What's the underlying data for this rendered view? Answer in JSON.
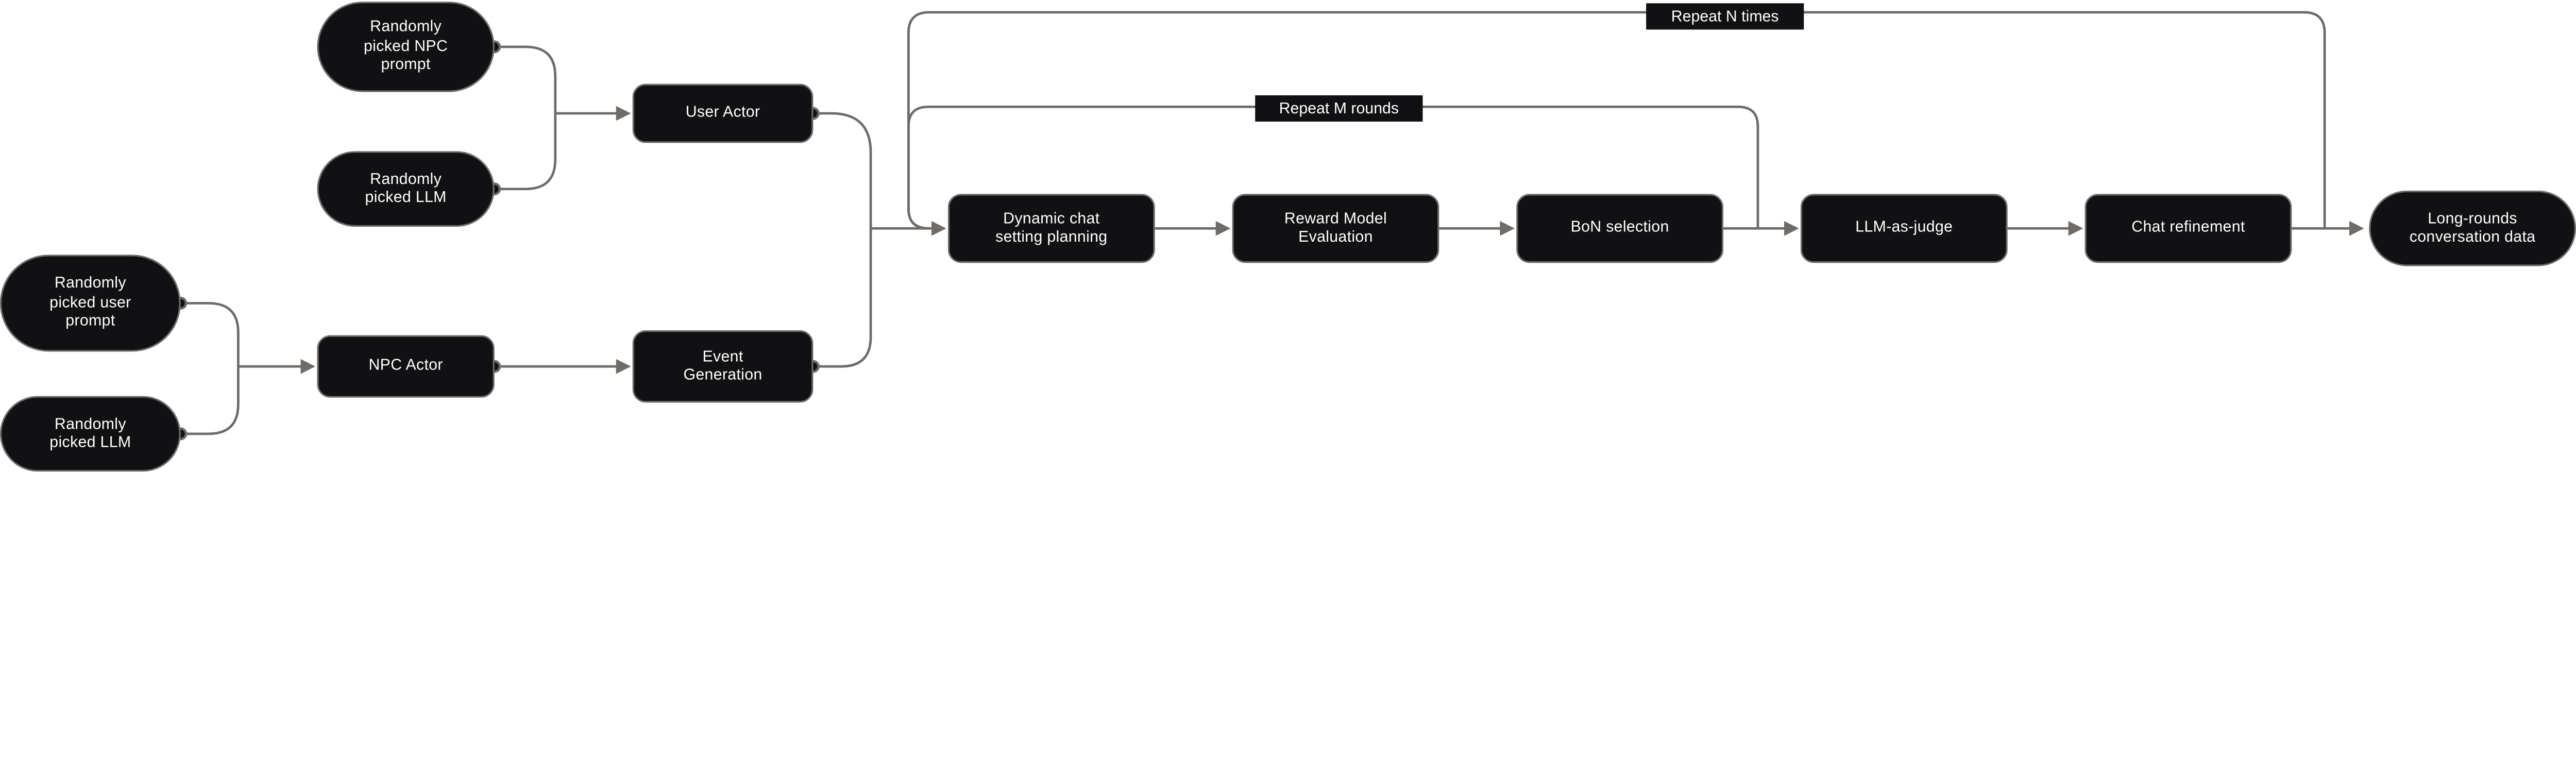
{
  "diagram": {
    "type": "flowchart",
    "background_color": "#ffffff",
    "colors": {
      "node_fill": "#111113",
      "node_border": "#6e6b69",
      "edge_color": "#6e6b69",
      "text_color": "#ffffff"
    },
    "nodes": {
      "npc_prompt": {
        "label": "Randomly\npicked NPC\nprompt",
        "shape": "stadium"
      },
      "llm_user_side": {
        "label": "Randomly\npicked LLM",
        "shape": "stadium"
      },
      "user_actor": {
        "label": "User Actor",
        "shape": "rect"
      },
      "user_prompt": {
        "label": "Randomly\npicked user\nprompt",
        "shape": "stadium"
      },
      "llm_npc_side": {
        "label": "Randomly\npicked LLM",
        "shape": "stadium"
      },
      "npc_actor": {
        "label": "NPC Actor",
        "shape": "rect"
      },
      "event_generation": {
        "label": "Event\nGeneration",
        "shape": "rect"
      },
      "dynamic_planning": {
        "label": "Dynamic chat\nsetting planning",
        "shape": "rect"
      },
      "reward_eval": {
        "label": "Reward Model\nEvaluation",
        "shape": "rect"
      },
      "bon_selection": {
        "label": "BoN selection",
        "shape": "rect"
      },
      "llm_judge": {
        "label": "LLM-as-judge",
        "shape": "rect"
      },
      "chat_refinement": {
        "label": "Chat refinement",
        "shape": "rect"
      },
      "output_data": {
        "label": "Long-rounds\nconversation data",
        "shape": "stadium"
      }
    },
    "loop_labels": {
      "repeat_n": "Repeat N times",
      "repeat_m": "Repeat M rounds"
    }
  }
}
